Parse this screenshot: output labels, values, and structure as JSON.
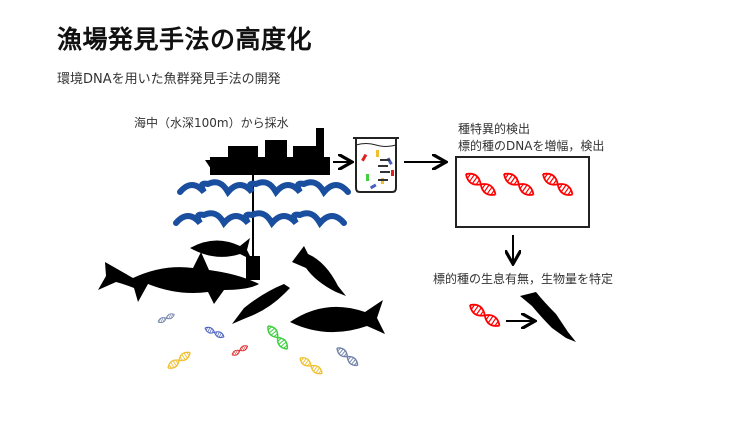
{
  "title": "漁場発見手法の高度化",
  "subtitle": "環境DNAを用いた魚群発見手法の開発",
  "diagram": {
    "sampling_label": "海中（水深100m）から採水",
    "detection_title": "種特異的検出",
    "detection_desc": "標的種のDNAを増幅，検出",
    "result_label": "標的種の生息有無，生物量を特定"
  },
  "colors": {
    "dna_target": "#ff0000",
    "wave": "#1a4fa0",
    "dna_blue": "#4a5fc0",
    "dna_gray": "#7080a8",
    "dna_yellow": "#f0c030",
    "dna_green": "#40d040",
    "dna_red": "#e02020"
  }
}
